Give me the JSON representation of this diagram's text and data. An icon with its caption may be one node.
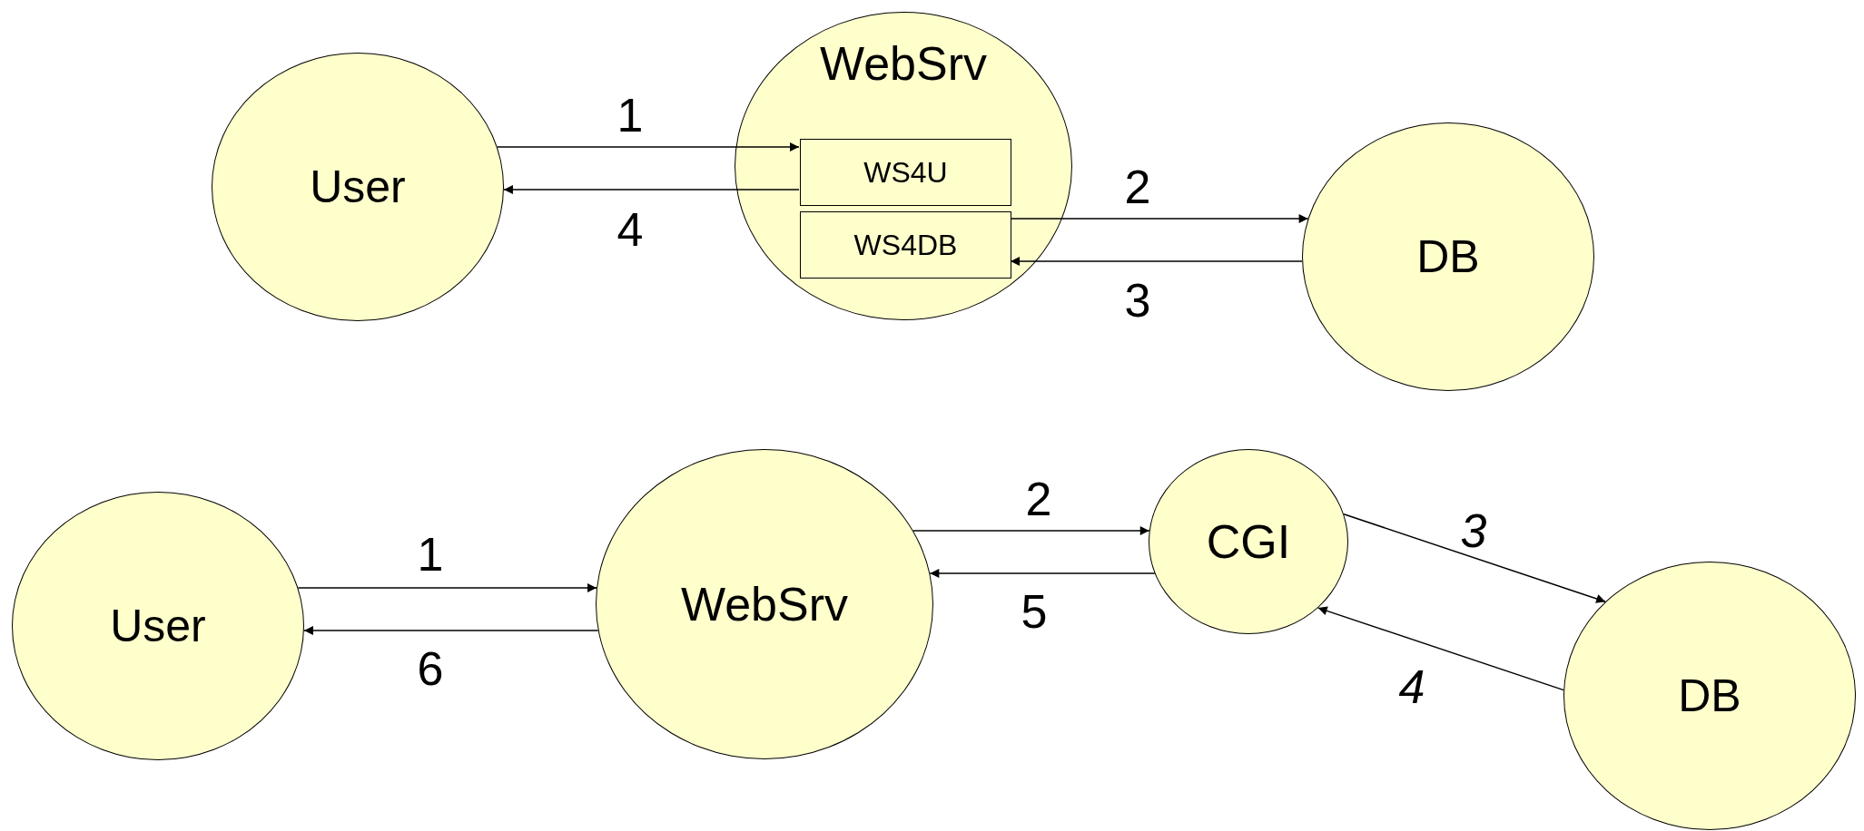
{
  "diagram": {
    "nodes": [
      {
        "text": [
          "User"
        ]
      },
      {
        "text": [
          "WebSrv"
        ]
      },
      {
        "text": [
          "WS4U"
        ],
        "in": 1
      },
      {
        "text": [
          "WS4DB"
        ],
        "in": 1
      },
      {
        "text": [
          "DB"
        ]
      },
      {
        "text": [
          "User"
        ]
      },
      {
        "text": [
          "WebSrv"
        ]
      },
      {
        "text": [
          "CGI"
        ]
      },
      {
        "text": [
          "DB"
        ]
      }
    ],
    "edges": [
      {
        "from": 0,
        "to": 2,
        "arrow": "to",
        "label": "1"
      },
      {
        "from": 2,
        "to": 0,
        "arrow": "to",
        "label": "4"
      },
      {
        "from": 3,
        "to": 4,
        "arrow": "to",
        "label": "2"
      },
      {
        "from": 4,
        "to": 3,
        "arrow": "to",
        "label": "3"
      },
      {
        "from": 5,
        "to": 6,
        "arrow": "to",
        "label": "1"
      },
      {
        "from": 6,
        "to": 5,
        "arrow": "to",
        "label": "6"
      },
      {
        "from": 6,
        "to": 7,
        "arrow": "to",
        "label": "2"
      },
      {
        "from": 7,
        "to": 6,
        "arrow": "to",
        "label": "5"
      },
      {
        "from": 7,
        "to": 8,
        "arrow": "to",
        "label": "3"
      },
      {
        "from": 8,
        "to": 7,
        "arrow": "to",
        "label": "4"
      }
    ]
  }
}
